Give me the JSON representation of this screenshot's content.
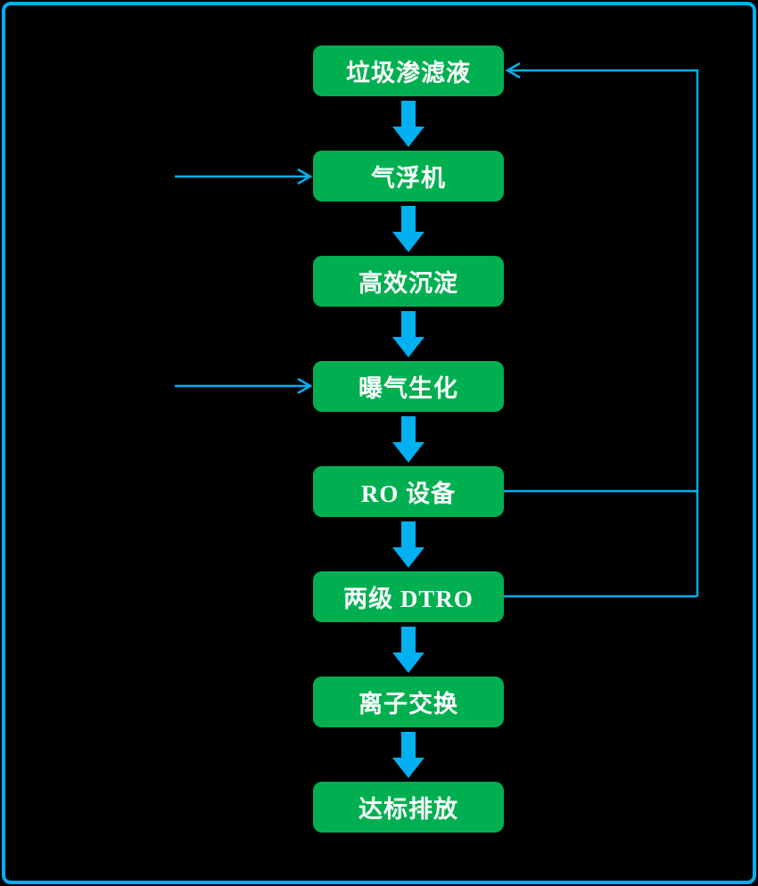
{
  "colors": {
    "background": "#000000",
    "frame_border": "#00B0F0",
    "node_fill": "#00B050",
    "node_text": "#FFFFFF",
    "connector": "#00B0F0"
  },
  "flow": {
    "nodes": [
      {
        "id": "leachate",
        "label": "垃圾渗滤液"
      },
      {
        "id": "air-flotation",
        "label": "气浮机"
      },
      {
        "id": "high-efficiency-sedimentation",
        "label": "高效沉淀"
      },
      {
        "id": "aeration-biochemical",
        "label": "曝气生化"
      },
      {
        "id": "ro-equipment",
        "label": "RO 设备"
      },
      {
        "id": "two-stage-dtro",
        "label": "两级 DTRO"
      },
      {
        "id": "ion-exchange",
        "label": "离子交换"
      },
      {
        "id": "standard-discharge",
        "label": "达标排放"
      }
    ],
    "edges": [
      {
        "from": "垃圾渗滤液",
        "to": "气浮机",
        "style": "block-arrow-down"
      },
      {
        "from": "气浮机",
        "to": "高效沉淀",
        "style": "block-arrow-down"
      },
      {
        "from": "高效沉淀",
        "to": "曝气生化",
        "style": "block-arrow-down"
      },
      {
        "from": "曝气生化",
        "to": "RO 设备",
        "style": "block-arrow-down"
      },
      {
        "from": "RO 设备",
        "to": "两级 DTRO",
        "style": "block-arrow-down"
      },
      {
        "from": "两级 DTRO",
        "to": "离子交换",
        "style": "block-arrow-down"
      },
      {
        "from": "离子交换",
        "to": "达标排放",
        "style": "block-arrow-down"
      },
      {
        "from": "RO 设备",
        "to": "垃圾渗滤液",
        "style": "thin-recycle-line-right-side"
      },
      {
        "from": "两级 DTRO",
        "to": "垃圾渗滤液",
        "style": "thin-recycle-line-right-side"
      },
      {
        "from": "",
        "to": "气浮机",
        "style": "thin-arrow-from-left-unlabeled"
      },
      {
        "from": "",
        "to": "曝气生化",
        "style": "thin-arrow-from-left-unlabeled"
      }
    ]
  }
}
